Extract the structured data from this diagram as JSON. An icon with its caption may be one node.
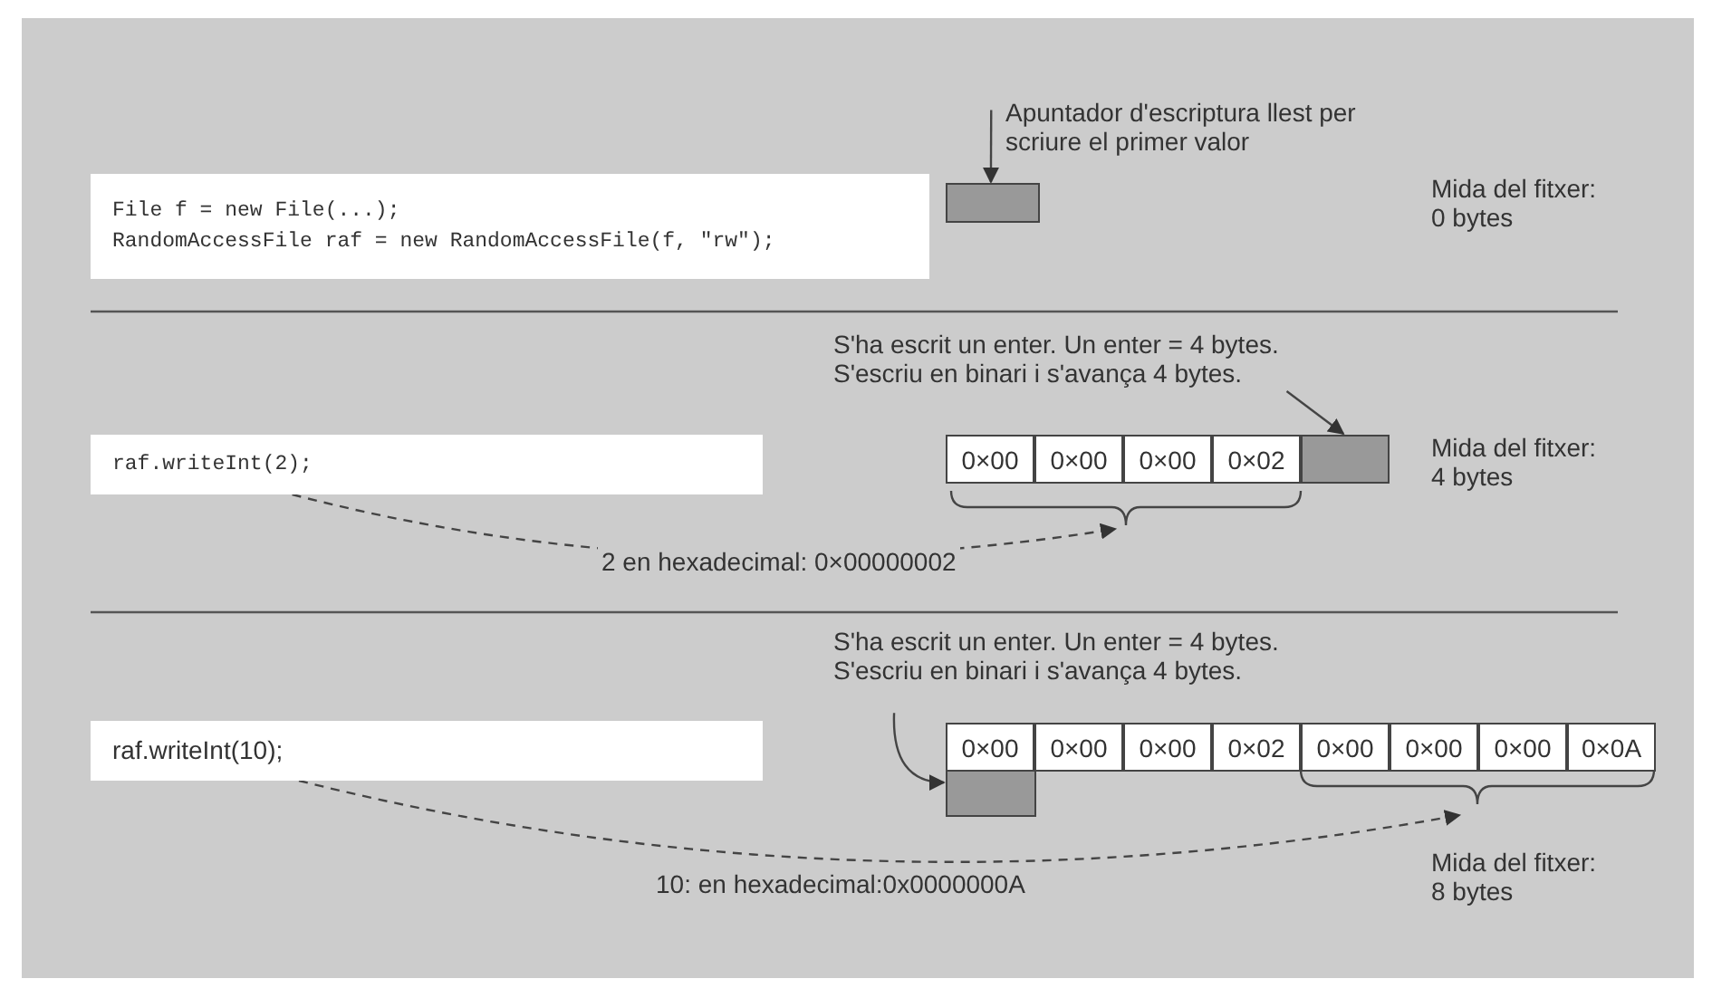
{
  "diagram": {
    "nodes": [
      {
        "text": [
          "File f = new File(...);",
          "RandomAccessFile raf = new RandomAccessFile(f, \"rw\");"
        ]
      },
      {
        "text": [
          "Apuntador d'escriptura llest per scriure el primer valor"
        ]
      },
      {
        "text": [],
        "shape": "box"
      },
      {
        "text": [
          "raf.writeInt(2);"
        ]
      },
      {
        "text": [
          "0×00"
        ]
      },
      {
        "text": [
          "0×00"
        ]
      },
      {
        "text": [
          "0×00"
        ]
      },
      {
        "text": [
          "0×02"
        ]
      },
      {
        "text": [],
        "shape": "box"
      },
      {
        "text": [
          "S'ha escrit un enter. Un enter = 4 bytes. S'escriu en binari i s'avança 4 bytes."
        ]
      },
      {
        "text": [
          "raf.writeInt(10);"
        ]
      },
      {
        "text": [
          "0×00"
        ]
      },
      {
        "text": [
          "0×00"
        ]
      },
      {
        "text": [
          "0×00"
        ]
      },
      {
        "text": [
          "0×02"
        ]
      },
      {
        "text": [
          "0×00"
        ]
      },
      {
        "text": [
          "0×00"
        ]
      },
      {
        "text": [
          "0×00"
        ]
      },
      {
        "text": [
          "0×0A"
        ]
      },
      {
        "text": [],
        "shape": "box"
      },
      {
        "text": [
          "S'ha escrit un enter. Un enter = 4 bytes. S'escriu en binari i s'avança 4 bytes."
        ]
      },
      {
        "text": [],
        "shape": "brace"
      },
      {
        "text": [],
        "shape": "brace"
      }
    ],
    "edges": [
      {
        "from": 1,
        "to": 2,
        "arrow": "to"
      },
      {
        "from": 9,
        "to": 8,
        "arrow": "to"
      },
      {
        "from": 3,
        "to": 21,
        "arrow": "to",
        "style": "dashed",
        "label": "2 en hexadecimal: 0×00000002"
      },
      {
        "from": 20,
        "to": 19,
        "arrow": "to"
      },
      {
        "from": 10,
        "to": 22,
        "arrow": "to",
        "style": "dashed",
        "label": "10: en hexadecimal:0x0000000A"
      }
    ],
    "labels": [
      "Mida del fitxer: 0 bytes",
      "Mida del fitxer: 4 bytes",
      "Mida del fitxer: 8 bytes"
    ]
  }
}
